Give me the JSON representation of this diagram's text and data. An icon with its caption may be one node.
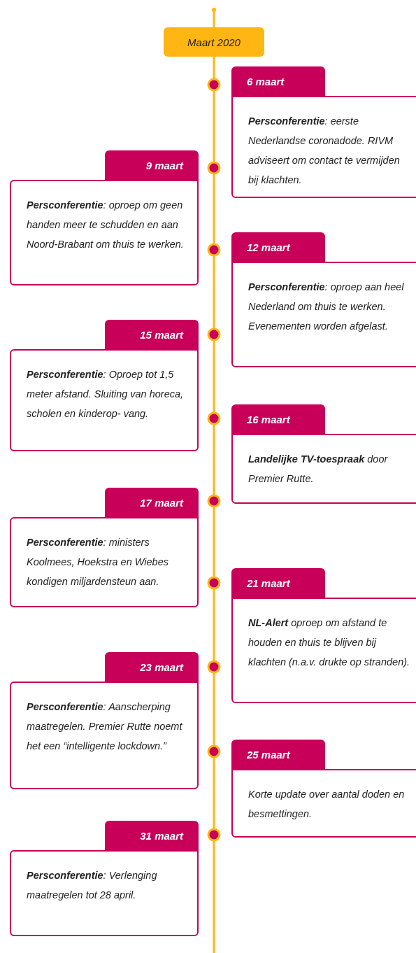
{
  "diagram": {
    "nodes": [
      {
        "text": [
          "Maart 2020"
        ]
      },
      {
        "text": [
          "6 maart",
          "**Persconferentie**: eerste Nederlandse coronadode. RIVM adviseert om contact te vermijden bij klachten."
        ]
      },
      {
        "text": [
          "9 maart",
          "**Persconferentie**: oproep om geen handen meer te schudden en aan Noord-Brabant om thuis te werken."
        ]
      },
      {
        "text": [
          "12 maart",
          "**Persconferentie**: oproep aan heel Nederland om thuis te werken. Evenementen worden afgelast."
        ]
      },
      {
        "text": [
          "15 maart",
          "**Persconferentie**: Oproep tot 1,5 meter afstand. Sluiting van horeca, scholen en kinderop- vang."
        ]
      },
      {
        "text": [
          "16 maart",
          "**Landelijke TV-toespraak** door Premier Rutte."
        ]
      },
      {
        "text": [
          "17 maart",
          "**Persconferentie**: ministers Koolmees, Hoekstra en Wiebes kondigen miljardensteun aan."
        ]
      },
      {
        "text": [
          "21 maart",
          "**NL-Alert** oproep om afstand te houden en thuis te blijven bij klachten (n.a.v. drukte op stranden)."
        ]
      },
      {
        "text": [
          "23 maart",
          "**Persconferentie**: Aanscherping maatregelen. Premier Rutte noemt het een “intelligente lockdown.”"
        ]
      },
      {
        "text": [
          "25 maart",
          "Korte update over aantal doden en besmettingen."
        ]
      },
      {
        "text": [
          "31 maart",
          "**Persconferentie**: Verlenging maatregelen tot 28 april."
        ]
      }
    ]
  }
}
